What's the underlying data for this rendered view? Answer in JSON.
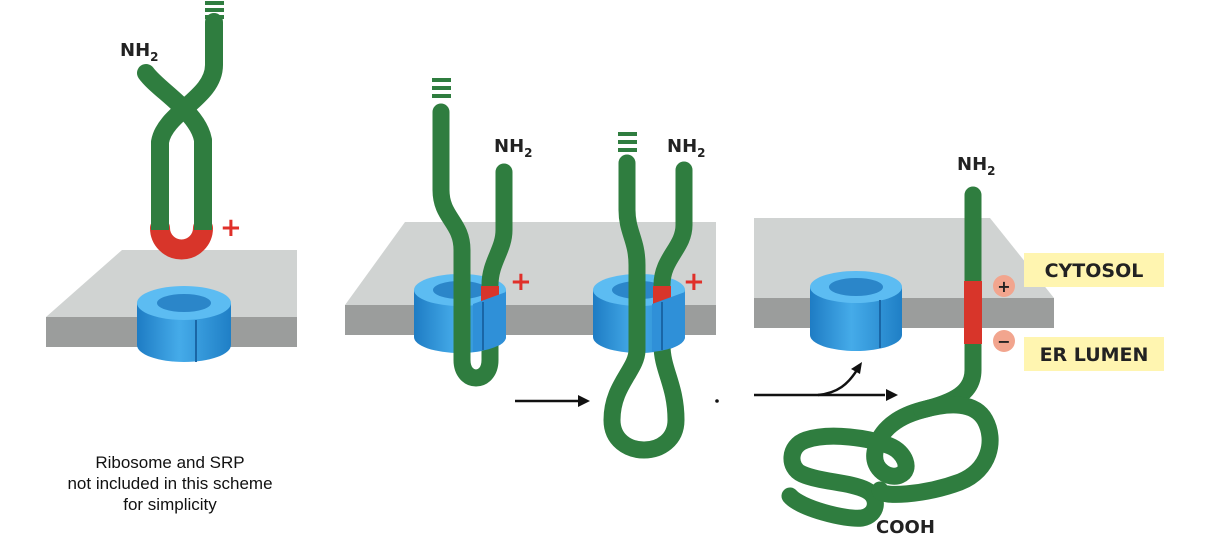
{
  "labels": {
    "n_terminus": "NH",
    "n_terminus_subscript": "2",
    "c_terminus": "COOH",
    "positive_charge": "+",
    "negative_charge": "−"
  },
  "regions": {
    "cytosol": "CYTOSOL",
    "er_lumen": "ER LUMEN"
  },
  "caption": {
    "line1": "Ribosome and SRP",
    "line2": "not included in this scheme",
    "line3": "for simplicity"
  },
  "colors": {
    "protein_chain": "#2f7d3f",
    "signal_anchor": "#d8352a",
    "translocon": "#3a9fe0",
    "membrane_top": "#d0d3d2",
    "membrane_side": "#9b9d9c",
    "region_badge": "#fff5b0",
    "charge_positive": "#e0302a",
    "charge_badge": "#f2a58e"
  }
}
